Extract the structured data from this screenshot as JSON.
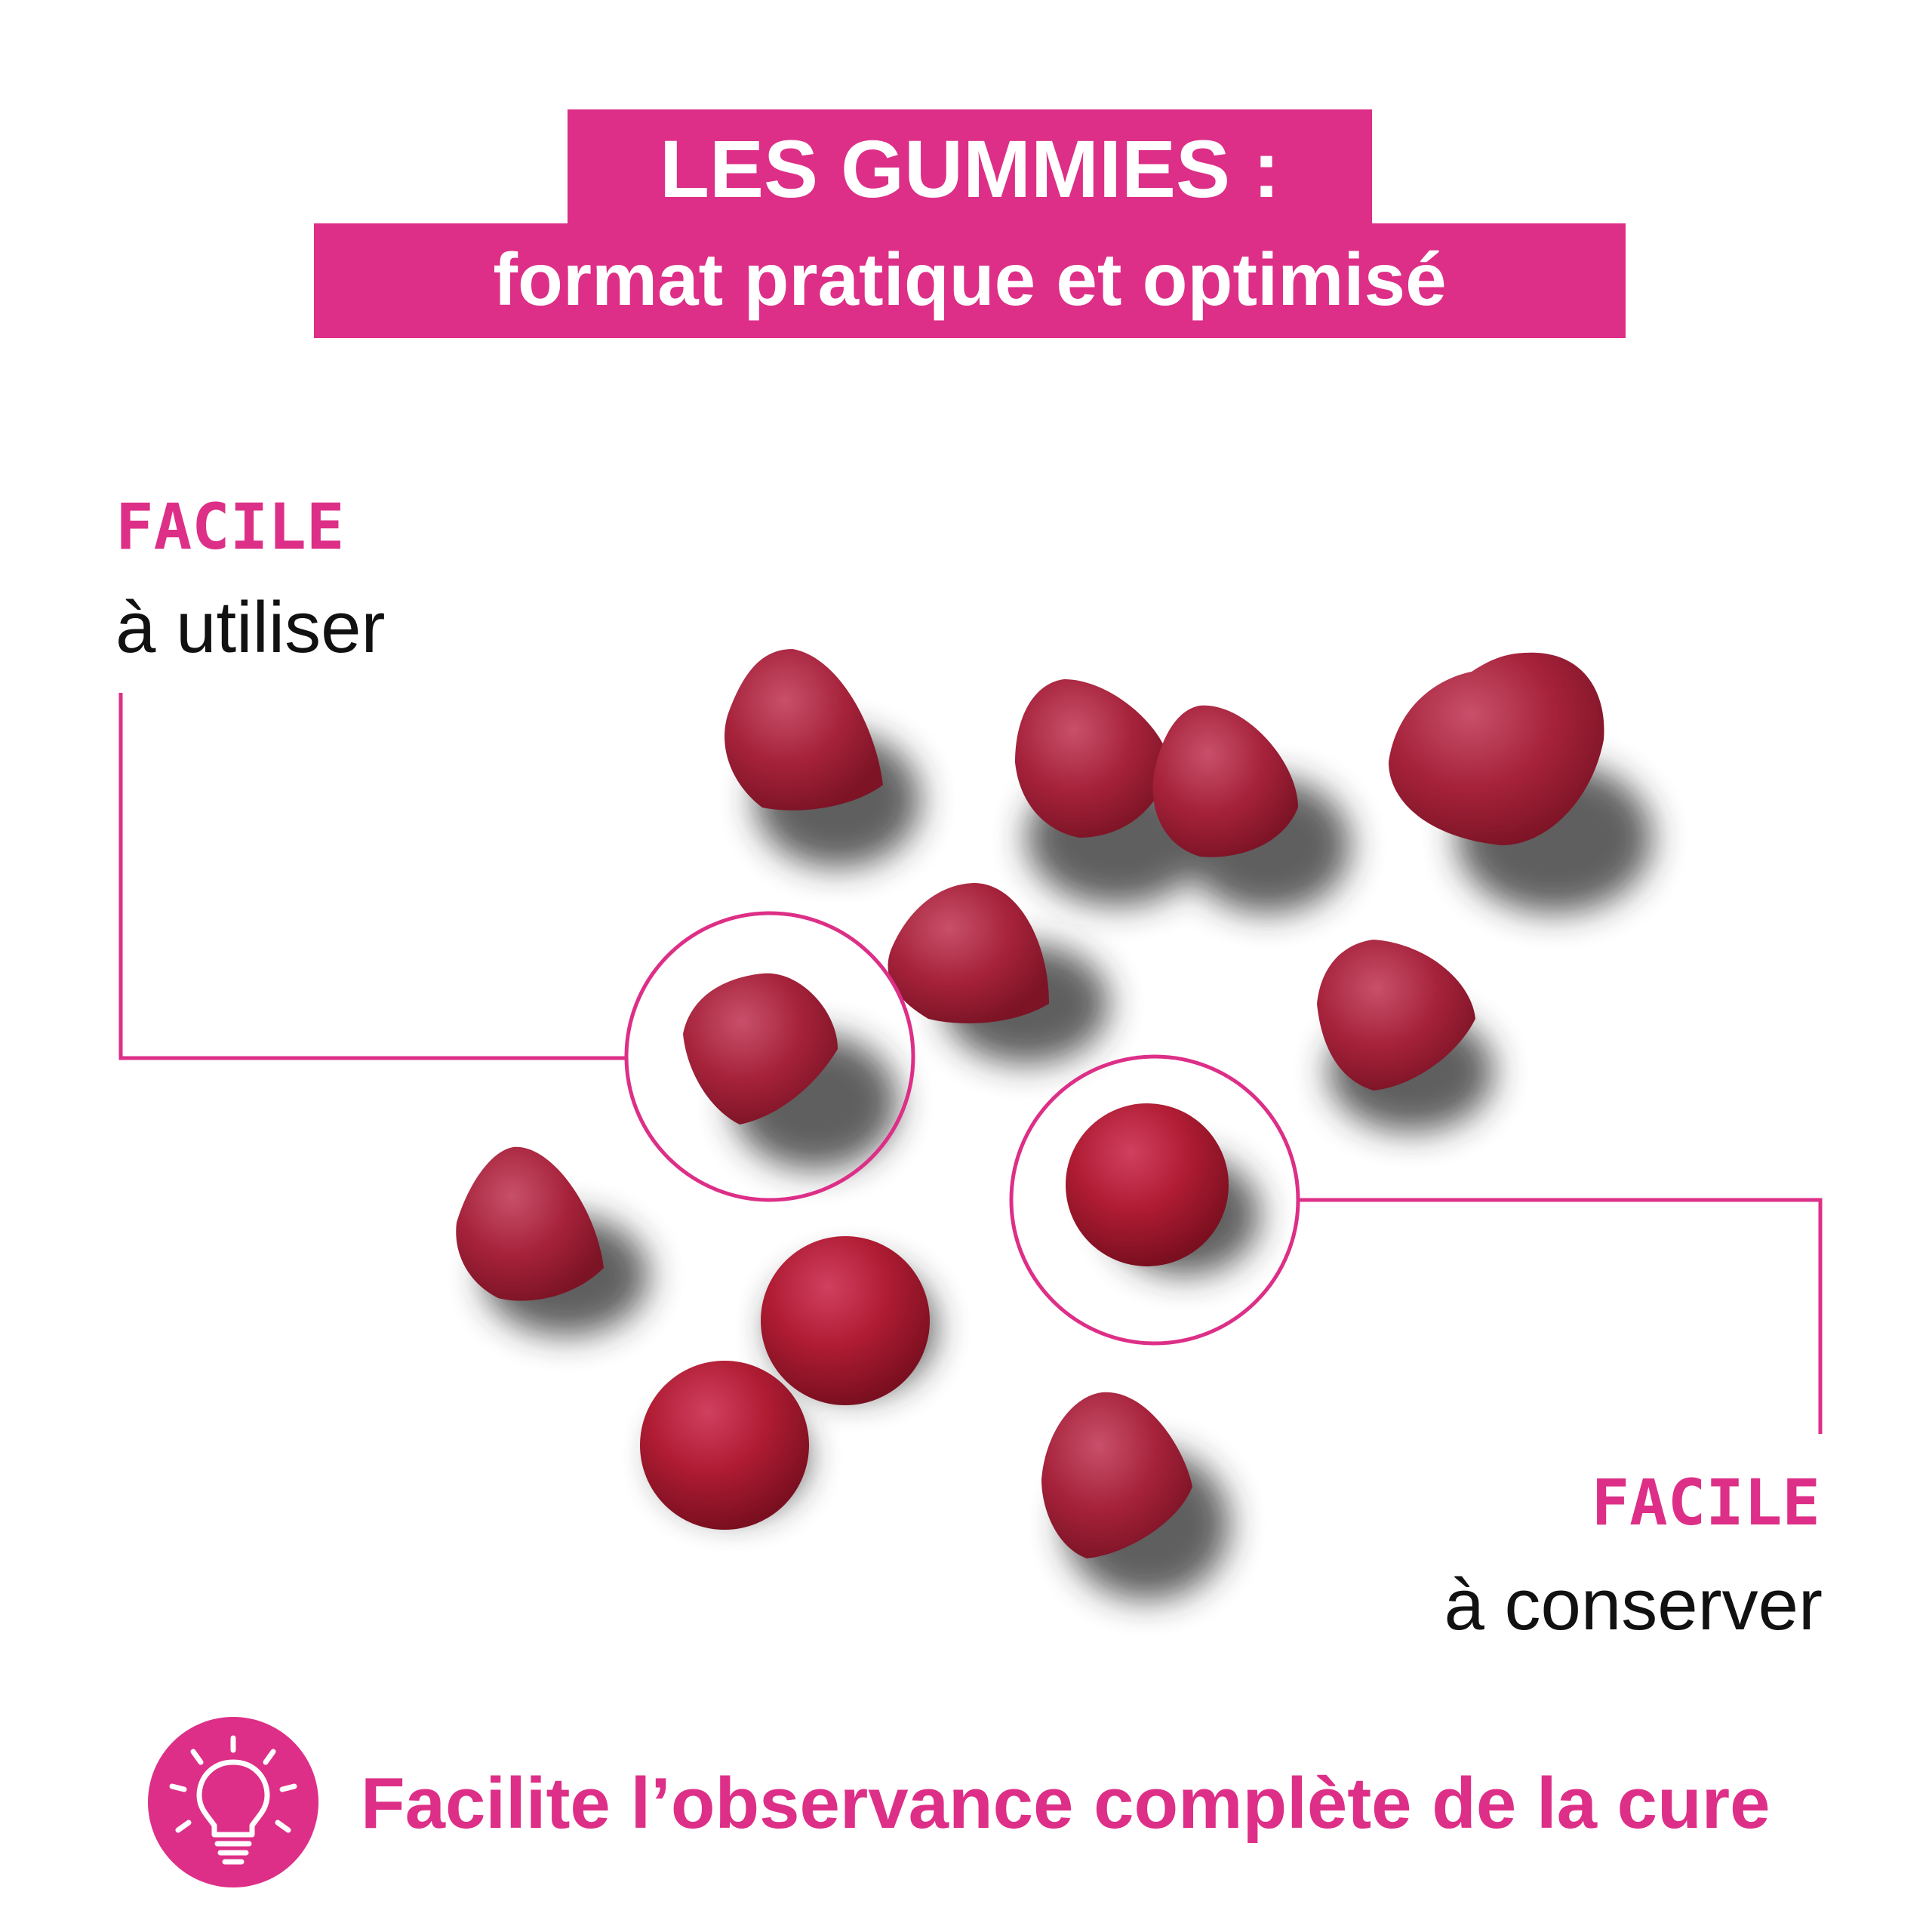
{
  "header": {
    "title_line1": "LES GUMMIES :",
    "title_line2": "format pratique et optimisé"
  },
  "callouts": [
    {
      "heading": "FACILE",
      "text": "à utiliser"
    },
    {
      "heading": "FACILE",
      "text": "à conserver"
    }
  ],
  "footer": {
    "icon": "lightbulb-icon",
    "text": "Facilite l’observance complète de la cure"
  },
  "colors": {
    "accent": "#dd2f87",
    "gummy": "#a8233a",
    "text": "#111111"
  }
}
